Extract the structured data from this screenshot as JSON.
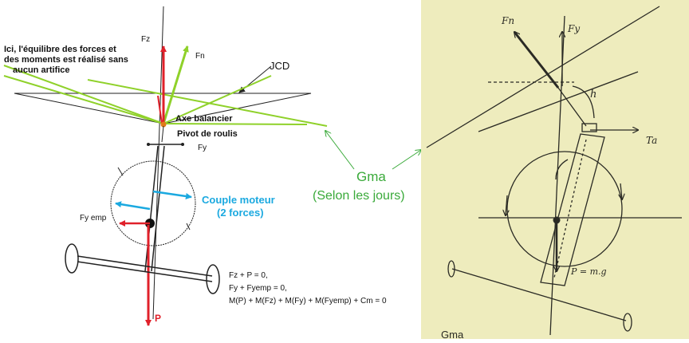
{
  "left_diagram": {
    "note_lines": [
      "Ici, l'équilibre des forces et",
      "des moments est réalisé  sans",
      "aucun artifice"
    ],
    "labels": {
      "fz": "Fz",
      "fn": "Fn",
      "jcd": "JCD",
      "axe_balancier": "Axe balancier",
      "pivot_roulis": "Pivot de roulis",
      "fy": "Fy",
      "couple_moteur_1": "Couple moteur",
      "couple_moteur_2": "(2 forces)",
      "fy_emp": "Fy emp",
      "p": "P"
    },
    "equations": [
      "Fz + P = 0,",
      "Fy + Fyemp = 0,",
      "M(P) + M(Fz) + M(Fy) + M(Fyemp) + Cm = 0"
    ],
    "colors": {
      "force": "#e0202a",
      "green": "#8fd12a",
      "blue": "#1ba9e0",
      "black": "#111111"
    }
  },
  "middle": {
    "gma": "Gma",
    "selon": "(Selon  les jours)",
    "color": "#3aaa3a"
  },
  "right_sketch": {
    "labels": {
      "fn": "Fn",
      "fy": "Fy",
      "h": "h",
      "ta": "Ta",
      "p_eq": "P = m.g",
      "gma": "Gma"
    },
    "paper_color": "#eeecbd",
    "ink_color": "#2a2a24"
  }
}
